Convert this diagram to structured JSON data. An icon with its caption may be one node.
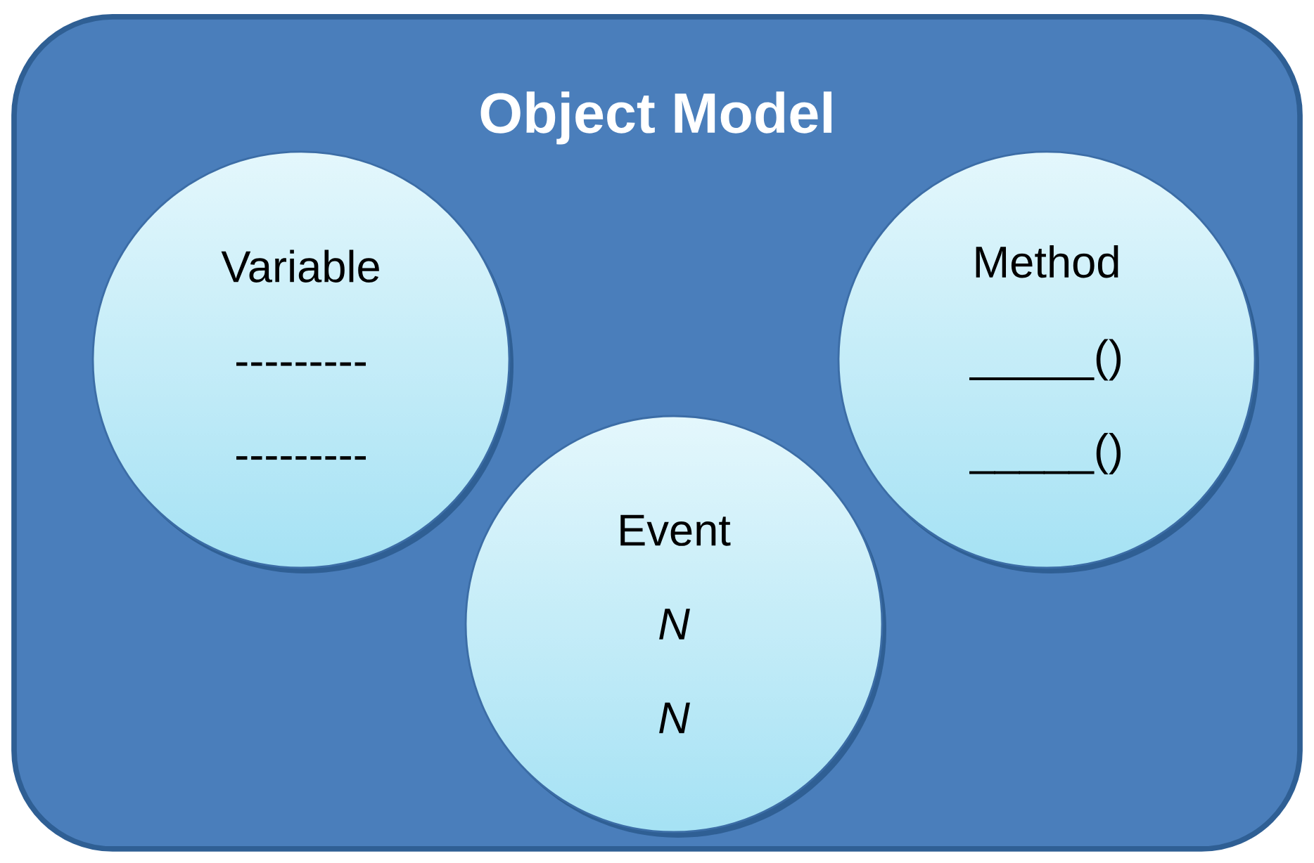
{
  "diagram": {
    "nodes": [
      {
        "text": [
          "Object Model"
        ]
      },
      {
        "text": [
          "Variable",
          "---------",
          "---------"
        ],
        "in": 0
      },
      {
        "text": [
          "Method",
          "_____()",
          "_____()"
        ],
        "in": 0
      },
      {
        "text": [
          "Event",
          "N",
          "N"
        ],
        "in": 0
      }
    ]
  }
}
